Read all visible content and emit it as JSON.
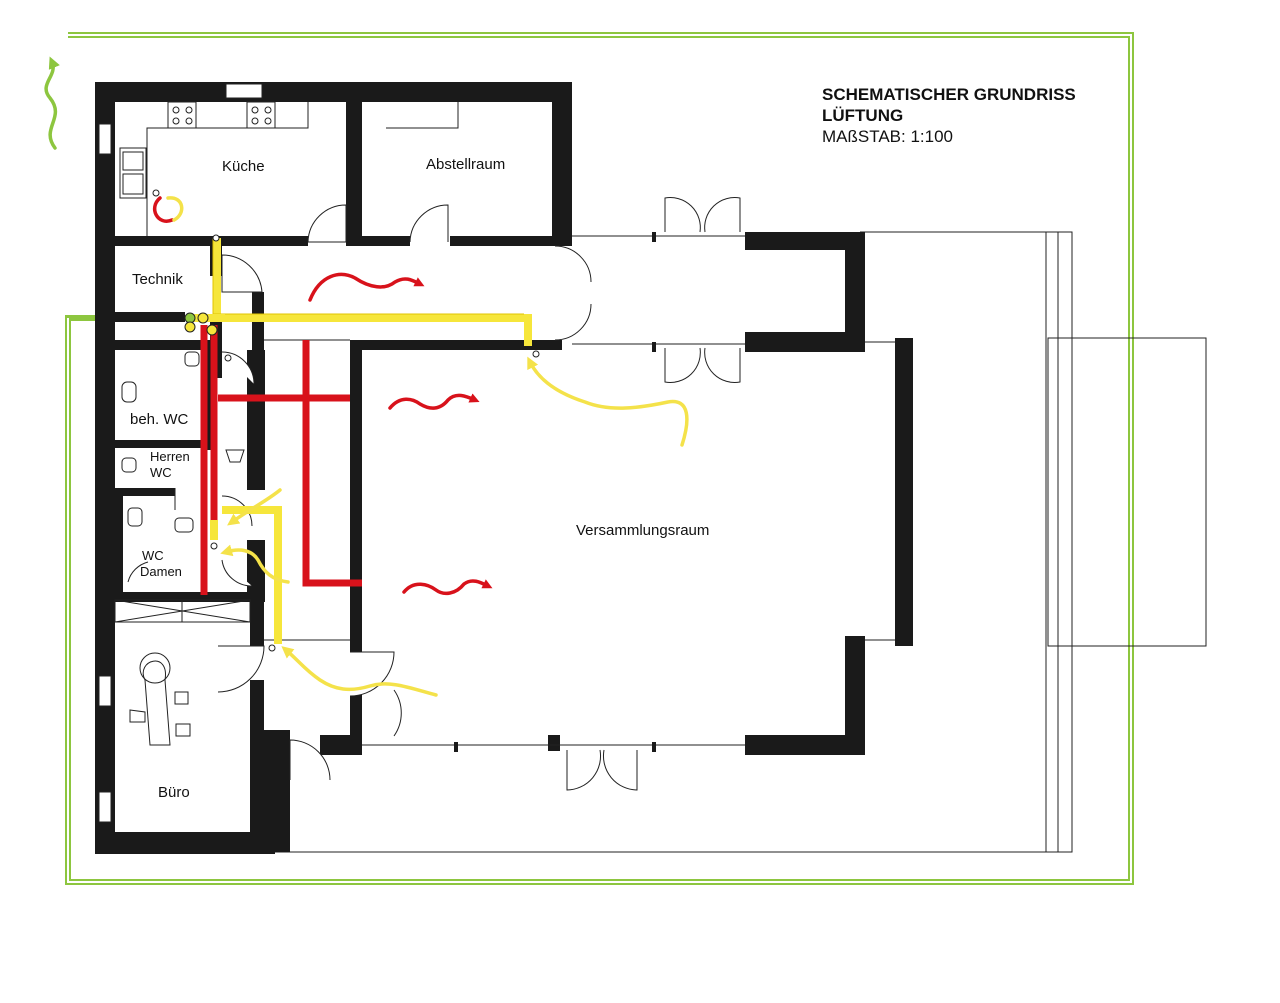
{
  "title": {
    "line1": "SCHEMATISCHER GRUNDRISS",
    "line2": "LÜFTUNG",
    "line3": "MAßSTAB: 1:100"
  },
  "rooms": {
    "kueche": "Küche",
    "abstellraum": "Abstellraum",
    "technik": "Technik",
    "beh_wc": "beh. WC",
    "herren_wc_1": "Herren",
    "herren_wc_2": "WC",
    "wc_damen_1": "WC",
    "wc_damen_2": "Damen",
    "versammlungsraum": "Versammlungsraum",
    "buero": "Büro"
  },
  "colors": {
    "boundary": "#8dc63f",
    "supply_duct": "#f6e63b",
    "exhaust_duct": "#d8121b",
    "wall": "#1a1a1a"
  },
  "icons": {
    "outflow_arrow": "green-wavy-arrow-icon",
    "supply_air": "yellow-airflow-arrow-icon",
    "exhaust_air": "red-airflow-arrow-icon"
  }
}
